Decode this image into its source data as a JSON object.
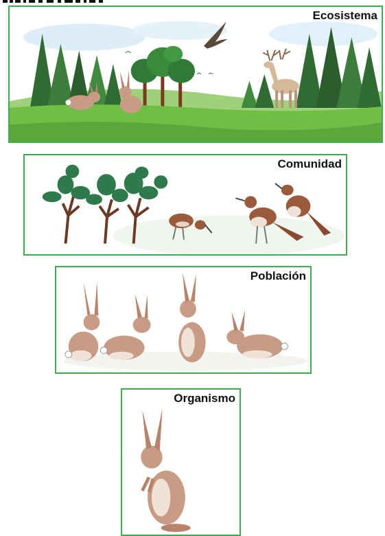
{
  "panels": {
    "ecosistema": {
      "label": "Ecosistema"
    },
    "comunidad": {
      "label": "Comunidad"
    },
    "poblacion": {
      "label": "Población"
    },
    "organismo": {
      "label": "Organismo"
    }
  },
  "colors": {
    "border": "#3fae4f",
    "grass": "#6fbf45",
    "tree_dark": "#2f6b32",
    "rabbit": "#b9826a",
    "bird": "#9c5a3c",
    "sky": "#d9ecf7"
  }
}
